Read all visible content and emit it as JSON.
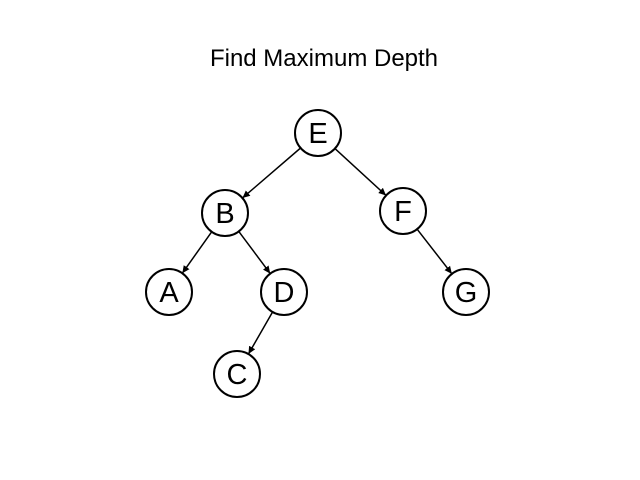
{
  "title": "Find Maximum Depth",
  "nodes": [
    {
      "id": "E",
      "label": "E"
    },
    {
      "id": "B",
      "label": "B"
    },
    {
      "id": "F",
      "label": "F"
    },
    {
      "id": "A",
      "label": "A"
    },
    {
      "id": "D",
      "label": "D"
    },
    {
      "id": "G",
      "label": "G"
    },
    {
      "id": "C",
      "label": "C"
    }
  ],
  "edges": [
    {
      "from": "E",
      "to": "B"
    },
    {
      "from": "E",
      "to": "F"
    },
    {
      "from": "B",
      "to": "A"
    },
    {
      "from": "B",
      "to": "D"
    },
    {
      "from": "F",
      "to": "G"
    },
    {
      "from": "D",
      "to": "C"
    }
  ]
}
